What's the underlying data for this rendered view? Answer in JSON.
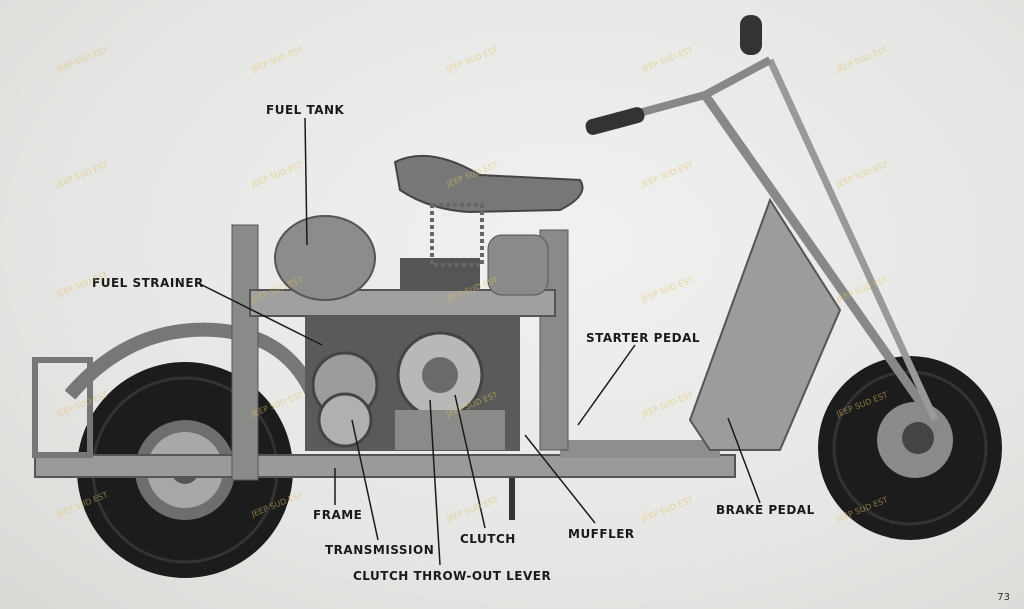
{
  "labels": {
    "fuel_tank": "FUEL TANK",
    "fuel_strainer": "FUEL STRAINER",
    "starter_pedal": "STARTER PEDAL",
    "brake_pedal": "BRAKE PEDAL",
    "frame": "FRAME",
    "transmission": "TRANSMISSION",
    "clutch": "CLUTCH",
    "muffler": "MUFFLER",
    "clutch_throw_out_lever": "CLUTCH THROW-OUT LEVER"
  },
  "watermark": "JEEP SUD EST",
  "page_number": "73",
  "colors": {
    "ink": "#1a1a1a",
    "metal": "#8a8a88",
    "tire": "#1c1c1c",
    "watermark": "#e0c060"
  }
}
